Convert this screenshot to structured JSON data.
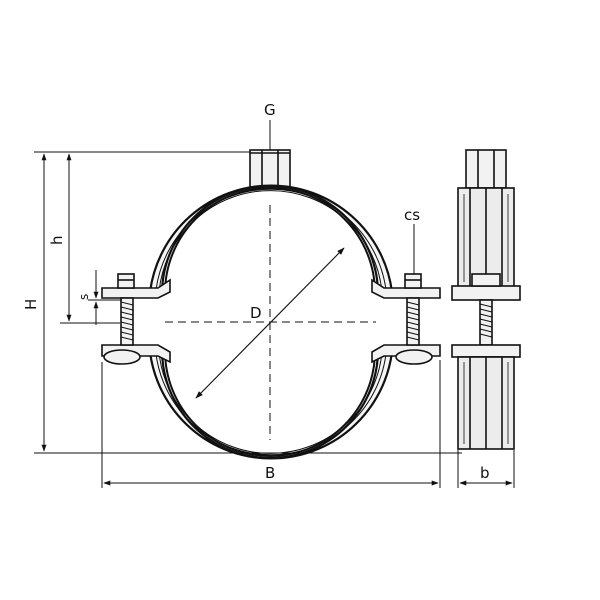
{
  "labels": {
    "G": "G",
    "cs": "cs",
    "D": "D",
    "H": "H",
    "h": "h",
    "s": "s",
    "B": "B",
    "b": "b"
  },
  "colors": {
    "line": "#111111",
    "metal_fill": "#f2f2f2",
    "body_shade": "#dcdcdc",
    "background": "#ffffff"
  }
}
